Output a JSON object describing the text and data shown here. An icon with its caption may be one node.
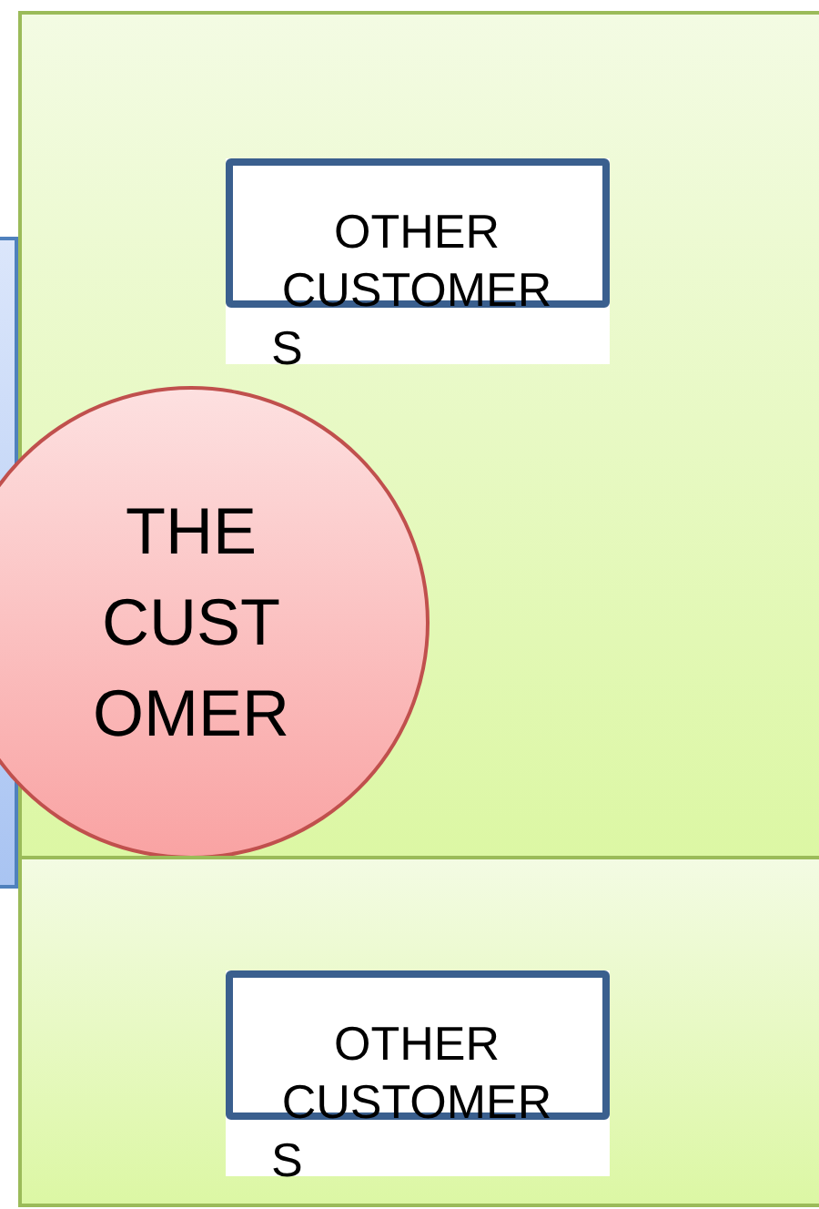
{
  "diagram": {
    "nodes": [
      {
        "text": [],
        "shape": "box"
      },
      {
        "text": [
          "OTHER CUSTOMERS"
        ],
        "in": 0
      },
      {
        "text": [],
        "shape": "box"
      },
      {
        "text": [
          "THE CUSTOMER"
        ]
      },
      {
        "text": [],
        "shape": "box"
      },
      {
        "text": [
          "OTHER CUSTOMERS"
        ],
        "in": 4
      }
    ]
  }
}
